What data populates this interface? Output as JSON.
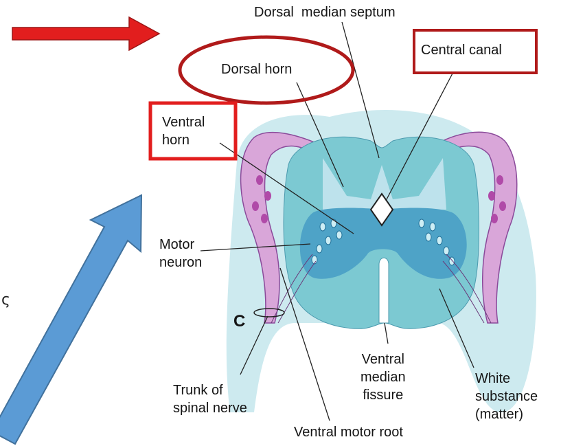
{
  "labels": {
    "dorsal_median_septum": "Dorsal  median septum",
    "central_canal": "Central canal",
    "dorsal_horn": "Dorsal horn",
    "ventral_horn": "Ventral\nhorn",
    "motor_neuron": "Motor\nneuron",
    "panel_letter": "C",
    "ventral_median_fissure": "Ventral\nmedian\nfissure",
    "white_substance": "White\nsubstance\n(matter)",
    "trunk_of_spinal_nerve": "Trunk of\nspinal nerve",
    "ventral_motor_root": "Ventral motor root"
  },
  "cropped_text": "ς",
  "colors": {
    "red_highlight": "#cc1f1f",
    "dark_red_highlight": "#b01a1a",
    "blue_arrow": "#5b9bd5",
    "blue_arrow_outline": "#41719c",
    "white_matter": "#7cc9d2",
    "gray_matter_dorsal": "#bde2ec",
    "gray_matter_ventral": "#4ea3c7",
    "outer_membrane": "#cdeaef",
    "nerve_roots": "#d9a6d9"
  }
}
